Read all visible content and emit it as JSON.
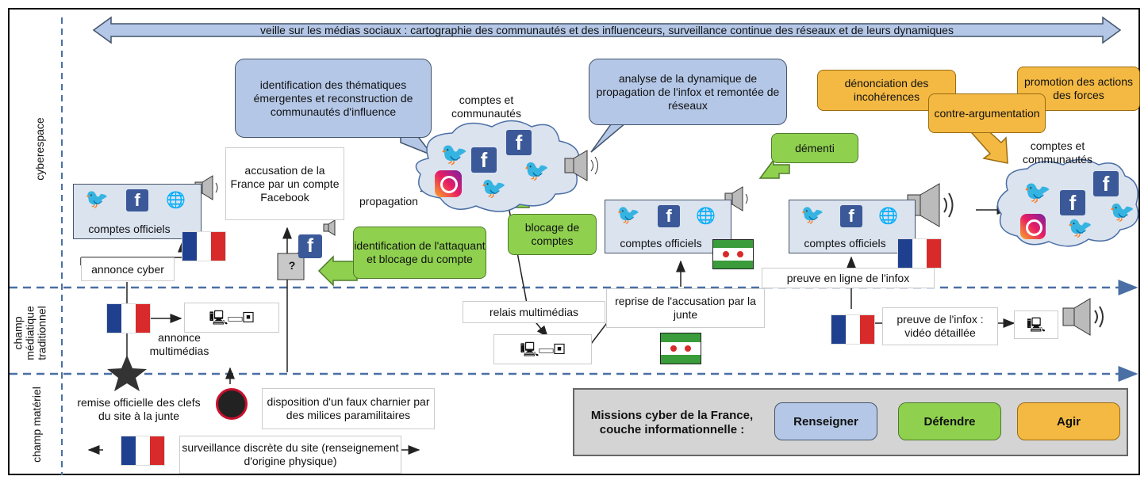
{
  "banner": "veille sur les médias sociaux : cartographie des communautés et des influenceurs, surveillance continue des réseaux et de leurs dynamiques",
  "layers": {
    "cyber": "cyberespace",
    "media_l1": "champ",
    "media_l2": "médiatique",
    "media_l3": "traditionnel",
    "material": "champ matériel"
  },
  "bubbles": {
    "identification": "identification des thématiques émergentes et reconstruction de communautés d'influence",
    "analyse": "analyse de la dynamique de propagation de l'infox et remontée de réseaux"
  },
  "green": {
    "identification_attaquant": "identification de l'attaquant et blocage du compte",
    "blocage": "blocage de comptes",
    "dementi": "démenti"
  },
  "orange": {
    "denonciation": "dénonciation des incohérences",
    "contre": "contre-argumentation",
    "promotion": "promotion des actions des forces"
  },
  "labels": {
    "comptes_communautes": "comptes et communautés",
    "comptes_officiels": "comptes officiels",
    "accusation": "accusation de la France par un compte Facebook",
    "propagation": "propagation",
    "annonce_cyber": "annonce cyber",
    "annonce_multimedias": "annonce multimédias",
    "relais": "relais multimédias",
    "reprise": "reprise de l'accusation par la junte",
    "preuve_ligne": "preuve en ligne de l'infox",
    "preuve_video": "preuve de l'infox : vidéo détaillée",
    "remise": "remise officielle des clefs du site à la junte",
    "disposition": "disposition d'un faux charnier par des milices paramilitaires",
    "surveillance": "surveillance discrète du site (renseignement d'origine physique)",
    "unknown": "?"
  },
  "legend": {
    "title": "Missions cyber de la France, couche informationnelle :",
    "renseigner": "Renseigner",
    "defendre": "Défendre",
    "agir": "Agir"
  },
  "icons": {
    "facebook": "f",
    "globe": "🌐",
    "twitter": "🐦",
    "monitor": "🖳"
  },
  "colors": {
    "blue": "#b4c7e7",
    "green": "#8fd14f",
    "orange": "#f4b942",
    "france_blue": "#1f3f8f",
    "france_red": "#d82a2a"
  }
}
